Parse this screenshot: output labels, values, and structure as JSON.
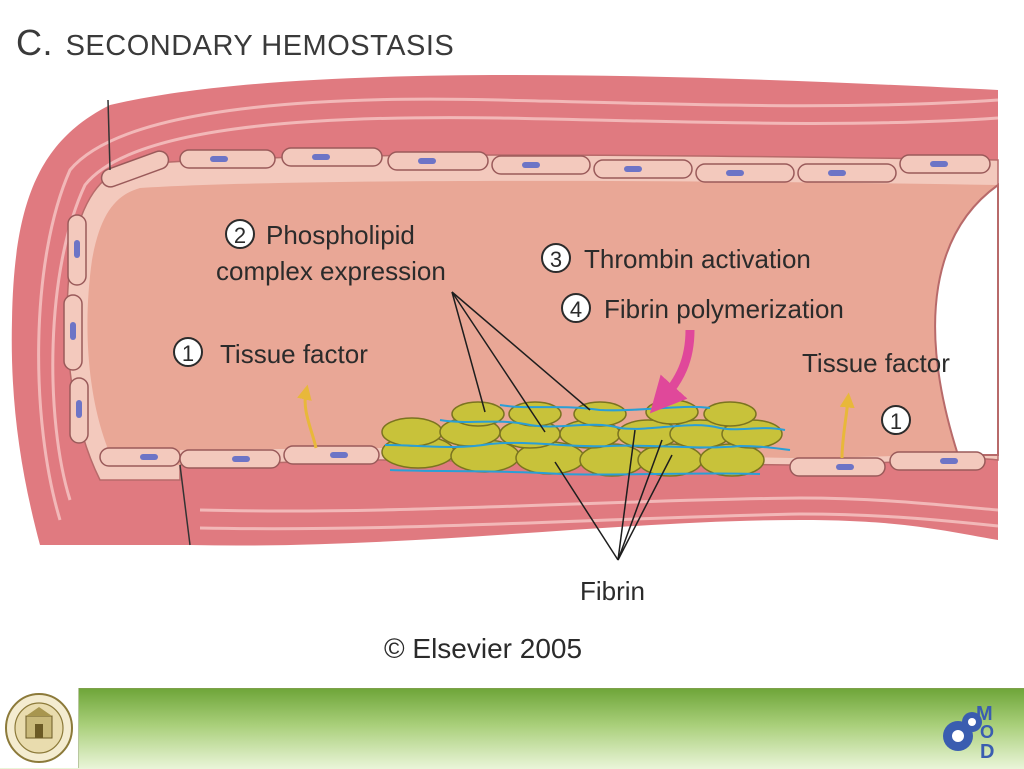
{
  "title": {
    "letter": "C.",
    "text": "SECONDARY HEMOSTASIS"
  },
  "labels": {
    "step1_left": {
      "number": "1",
      "text": "Tissue factor"
    },
    "step1_right": {
      "number": "1",
      "text": "Tissue factor"
    },
    "step2": {
      "number": "2",
      "line1": "Phospholipid",
      "line2": "complex expression"
    },
    "step3": {
      "number": "3",
      "text": "Thrombin activation"
    },
    "step4": {
      "number": "4",
      "text": "Fibrin polymerization"
    },
    "fibrin": "Fibrin",
    "copyright": "© Elsevier 2005"
  },
  "footer": {
    "seal_icon": "university-seal-icon",
    "mod_logo": {
      "letters": [
        "M",
        "O",
        "D"
      ],
      "icon": "gears-icon"
    }
  },
  "colors": {
    "vessel_wall": "#e07a80",
    "lumen": "#e9a796",
    "endothelium": "#f3c9bd",
    "nucleus": "#6d74c6",
    "platelet": "#c8c23a",
    "fibrin": "#2a9fd6",
    "arrow_pink": "#e0489a",
    "arrow_yellow": "#e8b83a",
    "footer_green": "#6fa63a"
  }
}
